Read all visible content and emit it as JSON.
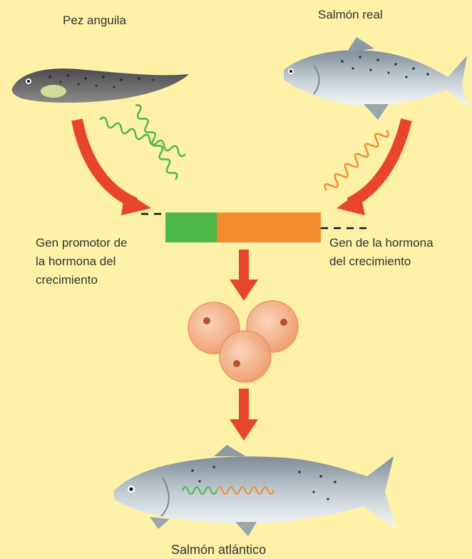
{
  "labels": {
    "eel_pout": "Pez anguila",
    "king_salmon": "Salmón real",
    "promoter_gene": "Gen promotor de\nla hormona del\ncrecimiento",
    "growth_hormone_gene": "Gen de la hormona\ndel crecimiento",
    "atlantic_salmon": "Salmón atlántico"
  },
  "colors": {
    "background": "#fdf1a8",
    "promoter_green": "#4cb848",
    "hormone_orange": "#f28a2e",
    "arrow_red": "#e8462a",
    "egg": "#f2a67e"
  }
}
